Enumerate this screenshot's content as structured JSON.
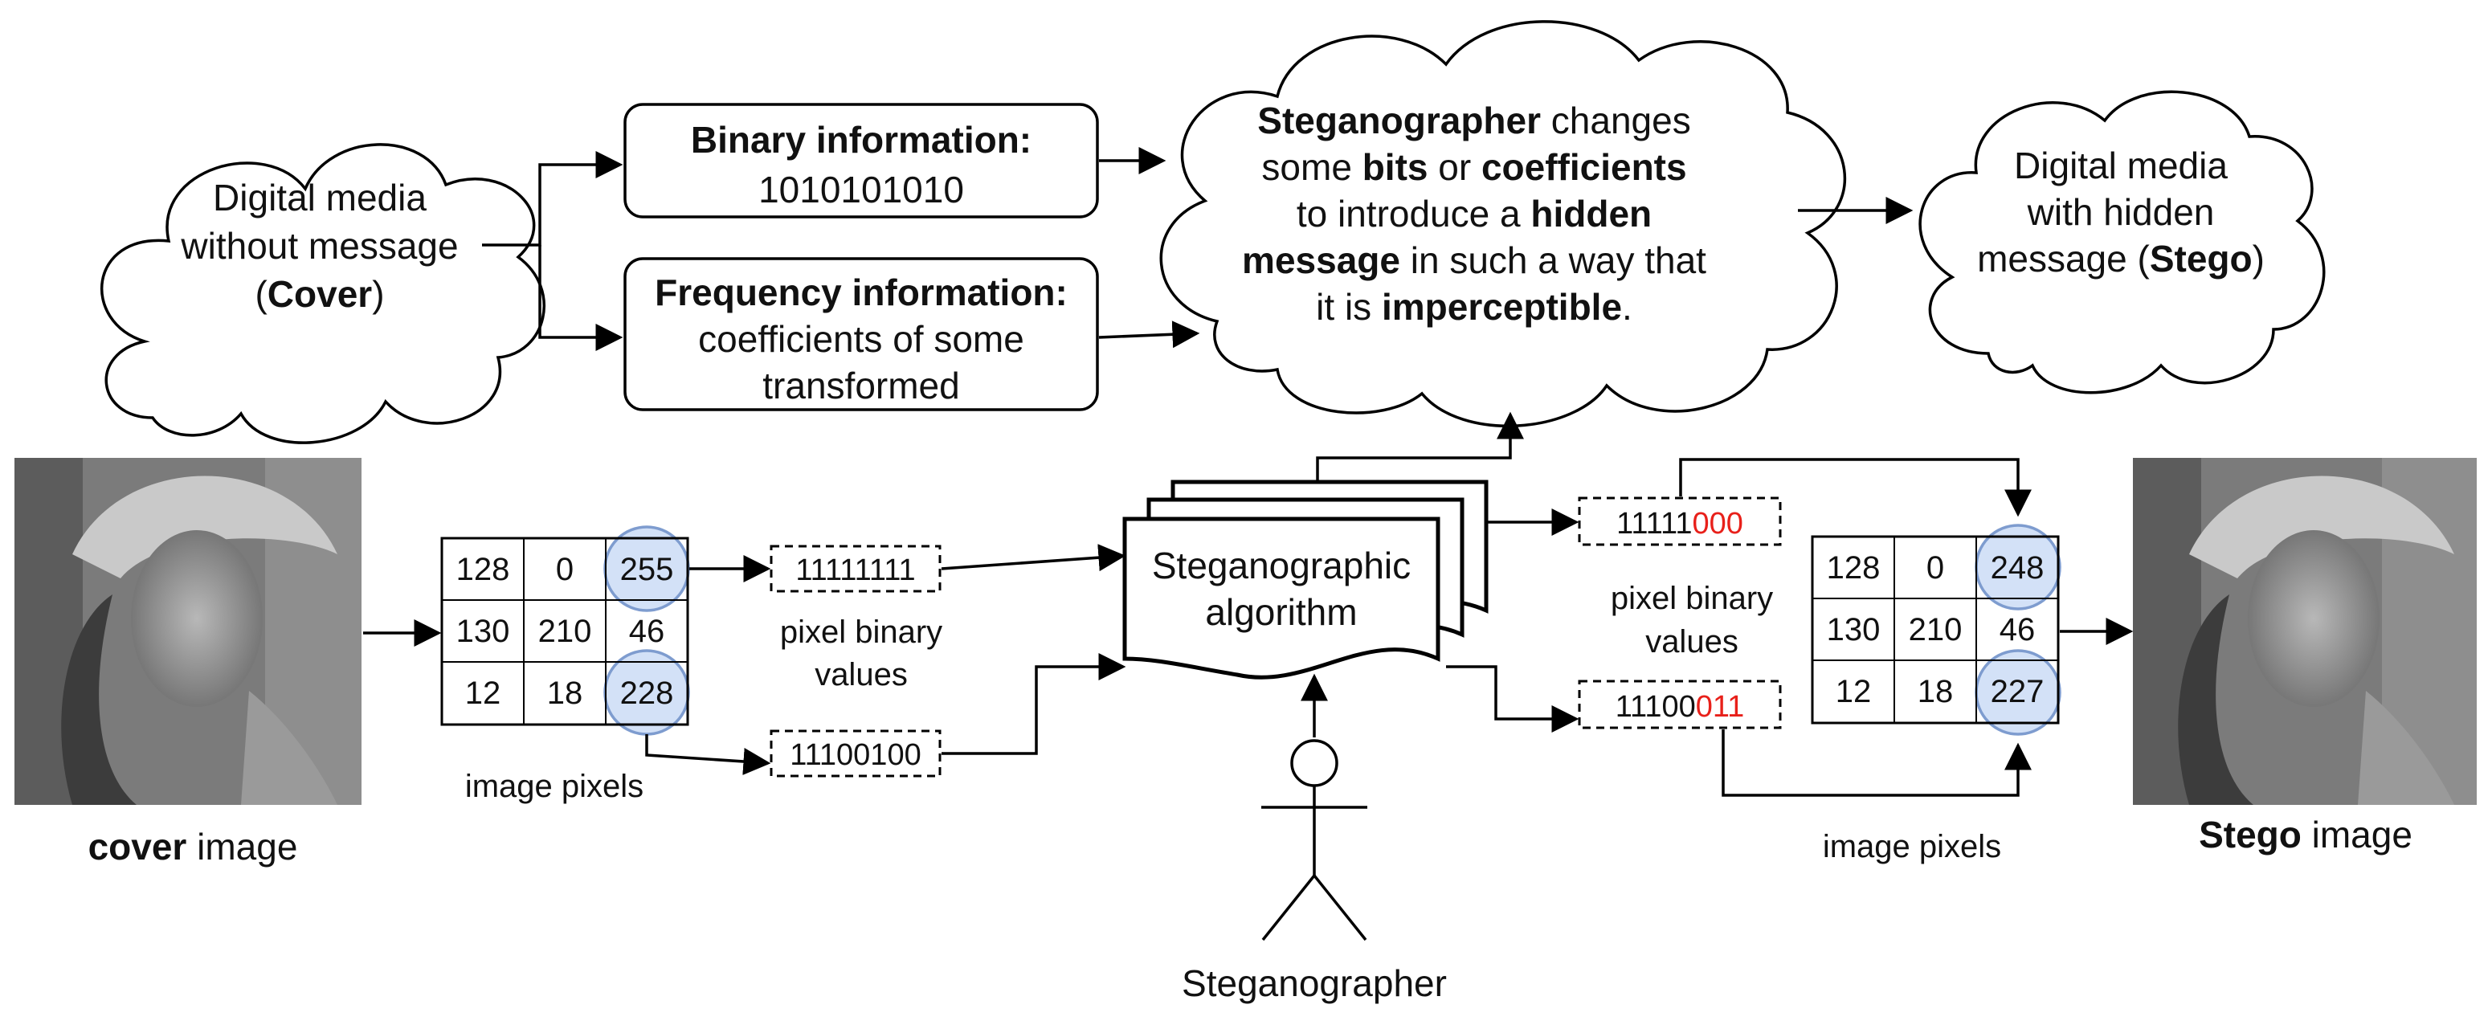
{
  "cover_cloud": {
    "line1": "Digital media",
    "line2": "without message",
    "open": "(",
    "bold": "Cover",
    "close": ")"
  },
  "binary_box": {
    "title": "Binary information:",
    "value": "1010101010"
  },
  "frequency_box": {
    "title": "Frequency information:",
    "line1": "coefficients of some",
    "line2": "transformed"
  },
  "steg_cloud": {
    "l1_bold": "Steganographer",
    "l1_rest": " changes",
    "l2_a": "some ",
    "l2_b": "bits",
    "l2_c": " or ",
    "l2_d": "coefficients",
    "l3_a": "to introduce a ",
    "l3_b": "hidden",
    "l4_a": "message",
    "l4_b": " in such a way that",
    "l5_a": "it is ",
    "l5_b": "imperceptible",
    "l5_c": "."
  },
  "stego_cloud": {
    "line1": "Digital media",
    "line2": "with hidden",
    "line3_a": "message (",
    "line3_b": "Stego",
    "line3_c": ")"
  },
  "cover_image": {
    "caption_bold": "cover",
    "caption_rest": " image"
  },
  "stego_image": {
    "caption_bold": "Stego",
    "caption_rest": " image"
  },
  "cover_grid": {
    "cells": [
      [
        "128",
        "0",
        "255"
      ],
      [
        "130",
        "210",
        "46"
      ],
      [
        "12",
        "18",
        "228"
      ]
    ],
    "label": "image pixels"
  },
  "stego_grid": {
    "cells": [
      [
        "128",
        "0",
        "248"
      ],
      [
        "130",
        "210",
        "46"
      ],
      [
        "12",
        "18",
        "227"
      ]
    ],
    "label": "image pixels"
  },
  "cover_bits": {
    "top": "11111111",
    "bottom": "11100100",
    "label_line1": "pixel binary",
    "label_line2": "values"
  },
  "stego_bits": {
    "top_kept": "11111",
    "top_changed": "000",
    "bottom_kept": "11100",
    "bottom_changed": "011",
    "label_line1": "pixel binary",
    "label_line2": "values"
  },
  "algorithm": {
    "line1": "Steganographic",
    "line2": "algorithm"
  },
  "actor": {
    "label": "Steganographer"
  },
  "colors": {
    "highlight_fill": "#d3e1f7",
    "highlight_stroke": "#7e9ccf",
    "changed_bits": "#e8201a"
  }
}
